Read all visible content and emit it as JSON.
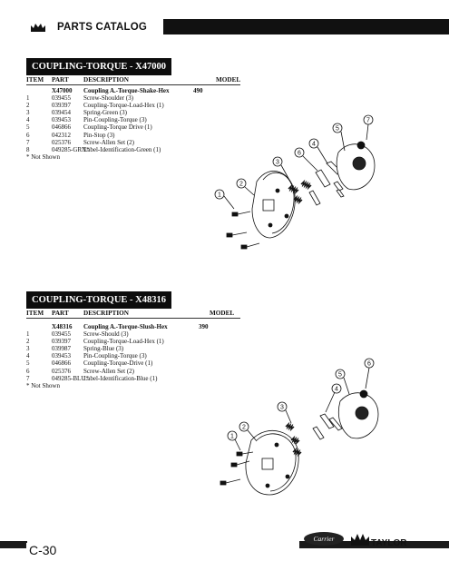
{
  "header": {
    "title": "PARTS CATALOG",
    "crown_icon": "crown-icon"
  },
  "section1": {
    "title": "COUPLING-TORQUE - X47000",
    "columns": {
      "item": "ITEM",
      "part": "PART",
      "description": "DESCRIPTION",
      "model": "MODEL"
    },
    "rows": [
      {
        "item": "",
        "part": "X47000",
        "description": "Coupling A.-Torque-Shake-Hex",
        "model": "490",
        "bold": true
      },
      {
        "item": "1",
        "part": "039455",
        "description": "Screw-Shoulder (3)",
        "model": ""
      },
      {
        "item": "2",
        "part": "039397",
        "description": "Coupling-Torque-Load-Hex (1)",
        "model": ""
      },
      {
        "item": "3",
        "part": "039454",
        "description": "Spring-Green (3)",
        "model": ""
      },
      {
        "item": "4",
        "part": "039453",
        "description": "Pin-Coupling-Torque (3)",
        "model": ""
      },
      {
        "item": "5",
        "part": "046866",
        "description": "Coupling-Torque Drive (1)",
        "model": ""
      },
      {
        "item": "6",
        "part": "042312",
        "description": "Pin-Stop (3)",
        "model": ""
      },
      {
        "item": "7",
        "part": "025376",
        "description": "Screw-Allen Set (2)",
        "model": ""
      },
      {
        "item": "8",
        "part": "049285-GRN*",
        "description": "Label-Identification-Green (1)",
        "model": ""
      }
    ],
    "note": "* Not Shown",
    "callouts": [
      "1",
      "2",
      "3",
      "4",
      "5",
      "6",
      "7"
    ]
  },
  "section2": {
    "title": "COUPLING-TORQUE - X48316",
    "columns": {
      "item": "ITEM",
      "part": "PART",
      "description": "DESCRIPTION",
      "model": "MODEL"
    },
    "rows": [
      {
        "item": "",
        "part": "X48316",
        "description": "Coupling A.-Torque-Slush-Hex",
        "model": "390",
        "bold": true
      },
      {
        "item": "1",
        "part": "039455",
        "description": "Screw-Should (3)",
        "model": ""
      },
      {
        "item": "2",
        "part": "039397",
        "description": "Coupling-Torque-Load-Hex (1)",
        "model": ""
      },
      {
        "item": "3",
        "part": "039987",
        "description": "Spring-Blue (3)",
        "model": ""
      },
      {
        "item": "4",
        "part": "039453",
        "description": "Pin-Coupling-Torque (3)",
        "model": ""
      },
      {
        "item": "5",
        "part": "046866",
        "description": "Coupling-Torque-Drive (1)",
        "model": ""
      },
      {
        "item": "6",
        "part": "025376",
        "description": "Screw-Allen Set (2)",
        "model": ""
      },
      {
        "item": "7",
        "part": "049285-BLU*",
        "description": "Label-Identification-Blue (1)",
        "model": ""
      }
    ],
    "note": "* Not Shown",
    "callouts": [
      "1",
      "2",
      "3",
      "4",
      "5",
      "6"
    ]
  },
  "footer": {
    "page_number": "C-30",
    "brand": "TAYLOR",
    "oval_logo": "Carrier"
  }
}
